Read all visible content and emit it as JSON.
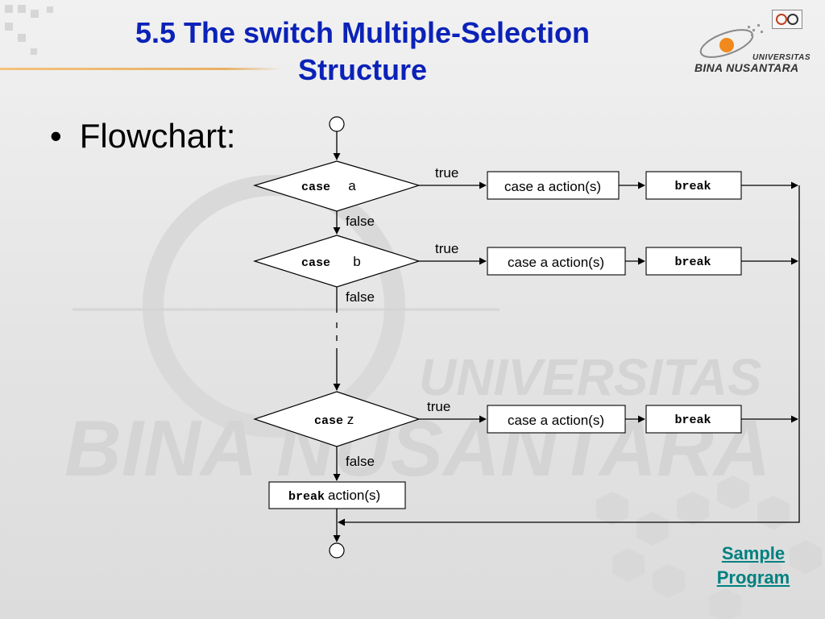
{
  "slide": {
    "title_line1": "5.5 The switch Multiple-Selection",
    "title_line2": "Structure",
    "bullet_text": "Flowchart:",
    "bullet_symbol": "•",
    "link_line1": "Sample",
    "link_line2": "Program"
  },
  "logo": {
    "line1": "UNIVERSITAS",
    "line2": "BINA NUSANTARA",
    "watermark_line1": "UNIVERSITAS",
    "watermark_line2": "BINA NUSANTARA"
  },
  "flowchart": {
    "decisions": [
      {
        "keyword": "case",
        "var": "a"
      },
      {
        "keyword": "case",
        "var": "b"
      },
      {
        "keyword": "case",
        "var": "z"
      }
    ],
    "true_label": "true",
    "false_label": "false",
    "actions": [
      "case a action(s)",
      "case a action(s)",
      "case a action(s)"
    ],
    "break_label": "break",
    "default_keyword": "break",
    "default_text": "action(s)"
  },
  "colors": {
    "title": "#0b22b8",
    "link": "#008080",
    "line": "#000000"
  }
}
